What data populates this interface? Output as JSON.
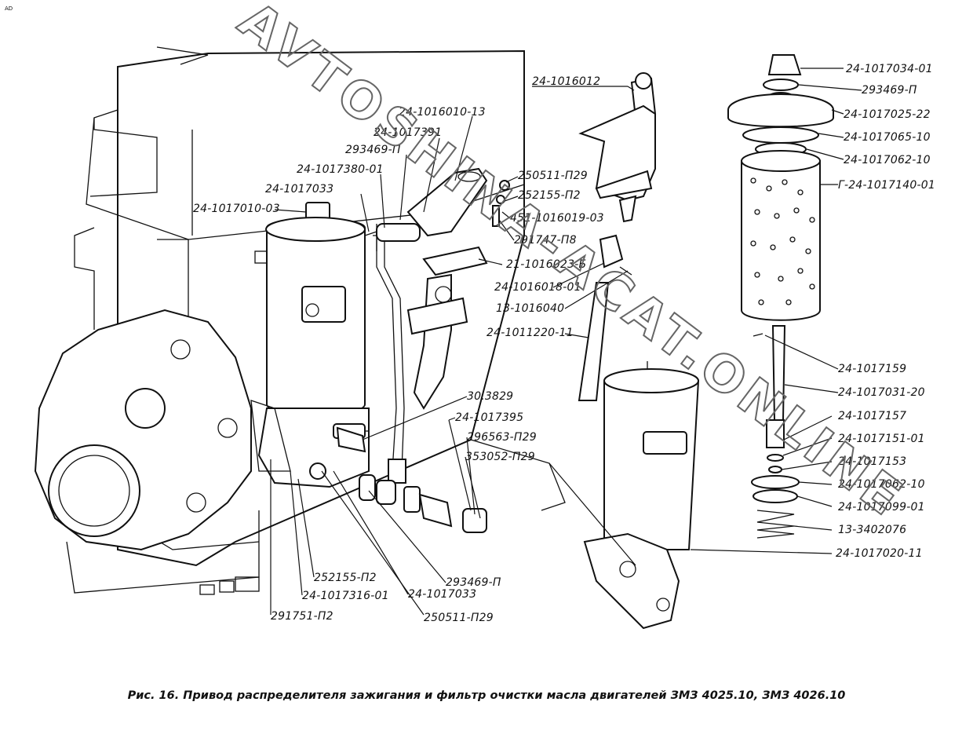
{
  "caption": "Рис. 16. Привод распределителя зажигания и фильтр очистки масла двигателей ЗМЗ 4025.10, ЗМЗ 4026.10",
  "watermark": "AVTOSHINA-ACAT.ONLINE",
  "corner_mark": "AD",
  "labels": [
    "24-1016012",
    "24-1016010-13",
    "24-1017391",
    "293469-П",
    "24-1017380-01",
    "24-1017033",
    "24-1017010-03",
    "250511-П29",
    "252155-П2",
    "451-1016019-03",
    "291747-П8",
    "21-1016023-Б",
    "24-1016018-01",
    "13-1016040",
    "24-1011220-11",
    "30.3829",
    "24-1017395",
    "296563-П29",
    "353052-П29",
    "293469-П",
    "24-1017033",
    "250511-П29",
    "252155-П2",
    "24-1017316-01",
    "291751-П2",
    "24-1017034-01",
    "293469-П",
    "24-1017025-22",
    "24-1017065-10",
    "24-1017062-10",
    "Г-24-1017140-01",
    "24-1017159",
    "24-1017031-20",
    "24-1017157",
    "24-1017151-01",
    "24-1017153",
    "24-1017062-10",
    "24-1017099-01",
    "13-3402076",
    "24-1017020-11"
  ]
}
